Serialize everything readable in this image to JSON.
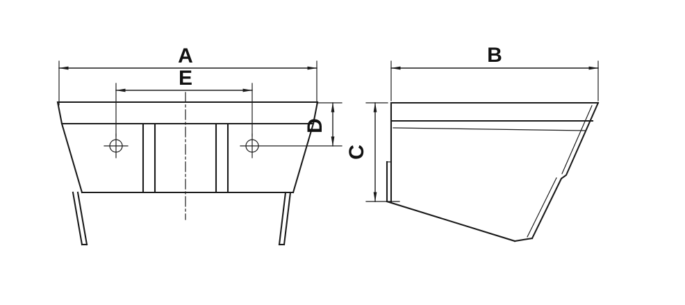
{
  "drawing": {
    "labels": {
      "a": "A",
      "b": "B",
      "c": "C",
      "d": "D",
      "e": "E"
    },
    "colors": {
      "line": "#1a1a1a",
      "background": "#ffffff"
    }
  }
}
